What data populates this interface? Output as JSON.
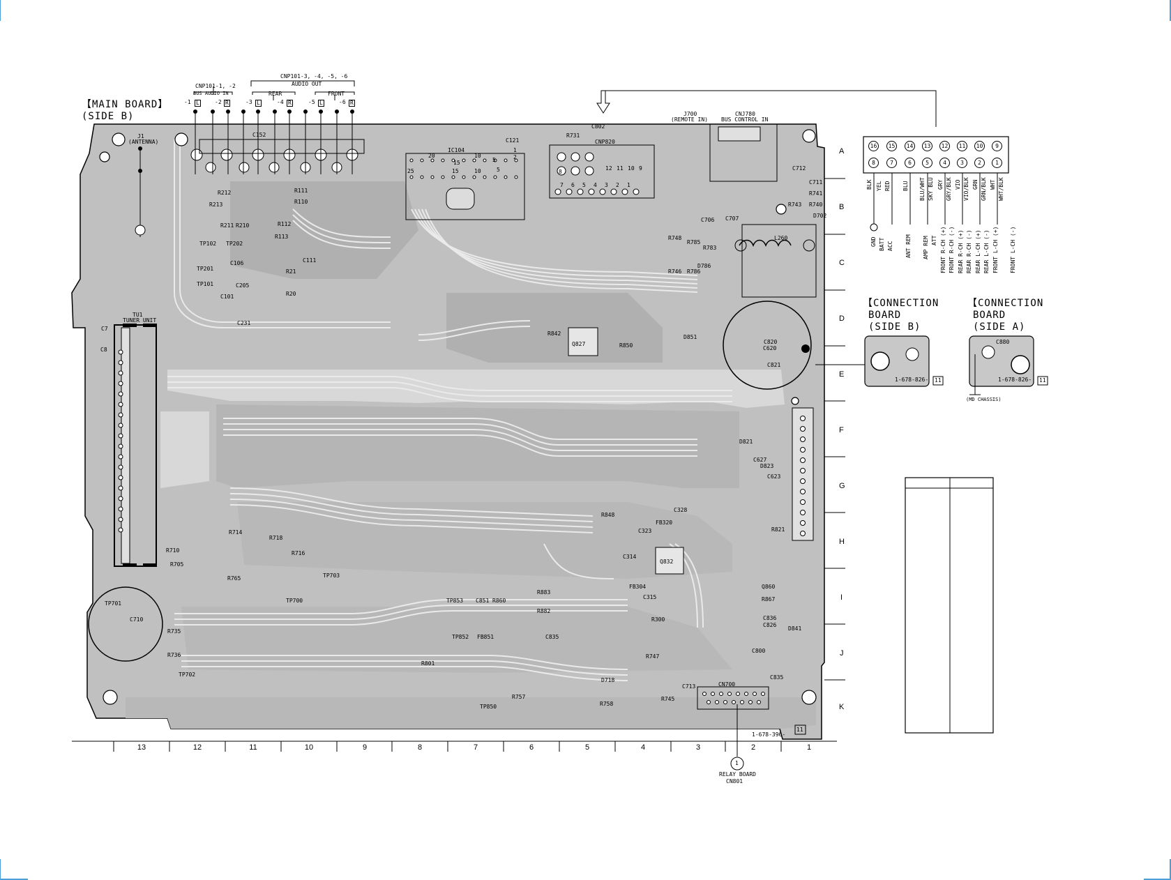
{
  "main_board": {
    "title": "【MAIN BOARD】",
    "side": "(SIDE B)"
  },
  "board_number": "1-678-396-",
  "board_version": "11",
  "connectors": {
    "bus_audio": {
      "ref": "CNP101-1, -2",
      "name": "BUS AUDIO IN",
      "pins": [
        "-1",
        "L",
        "-2",
        "R"
      ]
    },
    "audio_out": {
      "ref": "CNP101-3, -4, -5, -6",
      "name": "AUDIO OUT",
      "rear": "REAR",
      "front": "FRONT",
      "pins": [
        "-3",
        "L",
        "-4",
        "R",
        "-5",
        "L",
        "-6",
        "R"
      ]
    },
    "antenna": {
      "ref": "J1",
      "name": "(ANTENNA)"
    },
    "remote": {
      "ref": "J700",
      "name": "(REMOTE IN)"
    },
    "bus_control": {
      "ref": "CNJ780",
      "name": "BUS CONTROL IN"
    },
    "tuner": {
      "ref": "TU1",
      "name": "TUNER UNIT"
    },
    "relay": {
      "name": "RELAY BOARD",
      "ref": "CN801",
      "pin": "1"
    }
  },
  "grid": {
    "rows": [
      "A",
      "B",
      "C",
      "D",
      "E",
      "F",
      "G",
      "H",
      "I",
      "J",
      "K"
    ],
    "cols": [
      "13",
      "12",
      "11",
      "10",
      "9",
      "8",
      "7",
      "6",
      "5",
      "4",
      "3",
      "2",
      "1"
    ]
  },
  "harness": {
    "top_pins": [
      "16",
      "15",
      "14",
      "13",
      "12",
      "11",
      "10",
      "9"
    ],
    "bottom_pins": [
      "8",
      "7",
      "6",
      "5",
      "4",
      "3",
      "2",
      "1"
    ],
    "wire_colors": [
      "BLK",
      "YEL",
      "RED",
      "BLU",
      "BLU/WHT",
      "SKY BLU",
      "GRY",
      "GRY/BLK",
      "VIO",
      "VIO/BLK",
      "GRN",
      "GRN/BLK",
      "WHT",
      "WHT/BLK"
    ],
    "signals": [
      "GND",
      "BATT",
      "ACC",
      "ANT REM",
      "AMP REM",
      "ATT",
      "FRONT R-CH (+)",
      "FRONT R-CH (-)",
      "REAR R-CH (+)",
      "REAR R-CH (-)",
      "REAR L-CH (+)",
      "REAR L-CH (-)",
      "FRONT L-CH (+)",
      "FRONT L-CH (-)"
    ]
  },
  "connection_b": {
    "title1": "【CONNECTION",
    "title2": "BOARD",
    "side": "(SIDE B)",
    "number": "1-678-826-",
    "version": "11"
  },
  "connection_a": {
    "title1": "【CONNECTION",
    "title2": "BOARD",
    "side": "(SIDE A)",
    "number": "1-678-826-",
    "version": "11",
    "part": "C880",
    "chassis": "(MD CHASSIS)"
  },
  "components": {
    "ic": "IC104",
    "cnp": "CNP820",
    "cn700": "CN700",
    "l": "L260",
    "ic_pins": [
      "20",
      "15",
      "10",
      "5",
      "1",
      "25",
      "15",
      "10",
      "5",
      "2"
    ],
    "cnp_pins": [
      "7",
      "6",
      "5",
      "4",
      "3",
      "2",
      "1",
      "12",
      "11",
      "10",
      "9",
      "8"
    ],
    "labels": [
      "C152",
      "C121",
      "C802",
      "R731",
      "R212",
      "R213",
      "R211",
      "R210",
      "R111",
      "R110",
      "R112",
      "R113",
      "TP102",
      "TP202",
      "TP201",
      "TP101",
      "C106",
      "C205",
      "R21",
      "R20",
      "C111",
      "C101",
      "C231",
      "C7",
      "C8",
      "Q827",
      "R842",
      "R850",
      "D851",
      "C820",
      "C821",
      "C620",
      "D821",
      "C627",
      "C623",
      "R821",
      "D823",
      "R848",
      "FB320",
      "C328",
      "C323",
      "Q832",
      "C314",
      "FB304",
      "C315",
      "R300",
      "R883",
      "R882",
      "C851",
      "R860",
      "TP853",
      "TP852",
      "FB851",
      "TP850",
      "C835",
      "R801",
      "R714",
      "R718",
      "R716",
      "R710",
      "R705",
      "R765",
      "TP703",
      "TP700",
      "TP701",
      "C710",
      "R735",
      "R736",
      "TP702",
      "R757",
      "R758",
      "D718",
      "R745",
      "C713",
      "R747",
      "C711",
      "R741",
      "R740",
      "R743",
      "D702",
      "C712",
      "R785",
      "R783",
      "D786",
      "R786",
      "R746",
      "R748",
      "C707",
      "C706",
      "Q860",
      "R867",
      "C836",
      "C826",
      "D841",
      "C800",
      "C835"
    ]
  }
}
